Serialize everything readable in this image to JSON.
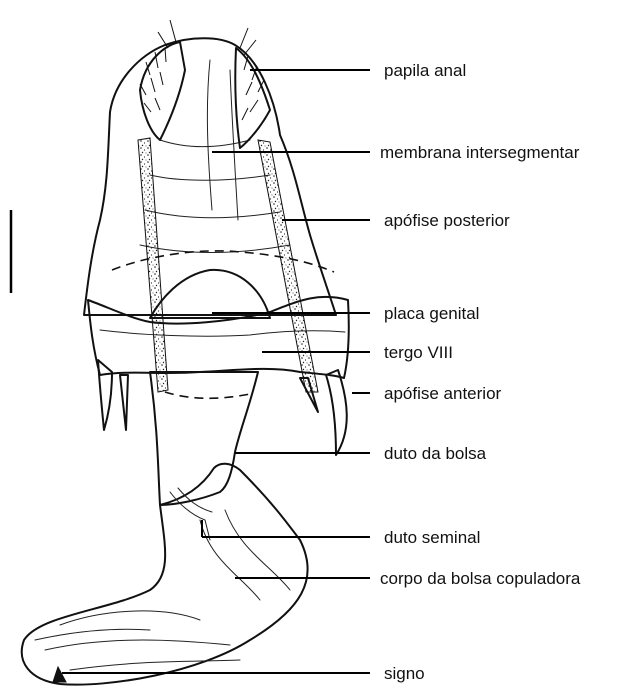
{
  "labels": [
    "papila anal",
    "membrana intersegmentar",
    "apófise posterior",
    "placa genital",
    "tergo VIII",
    "apófise anterior",
    "duto da bolsa",
    "duto seminal",
    "corpo da bolsa copuladora",
    "signo"
  ],
  "colors": {
    "ink": "#111111",
    "background": "#ffffff"
  }
}
